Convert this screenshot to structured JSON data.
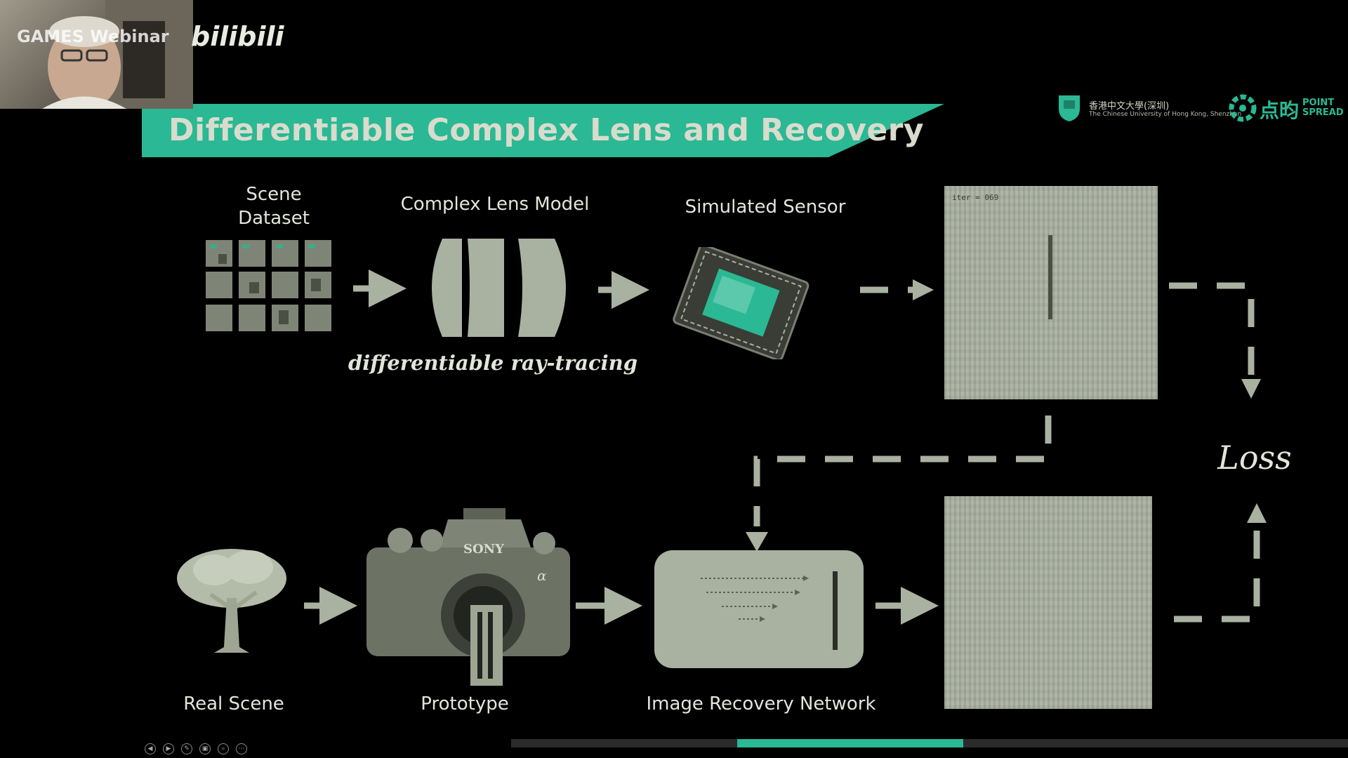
{
  "webcam": {
    "overlay_label": "GAMES Webinar",
    "platform_logo": "bilibili"
  },
  "slide": {
    "title": "Differentiable Complex Lens and Recovery",
    "logos": {
      "cuhk_cn": "香港中文大學(深圳)",
      "cuhk_en": "The Chinese University of Hong Kong, Shenzhen",
      "pointspread_cn": "点昀",
      "pointspread_en_1": "POINT",
      "pointspread_en_2": "SPREAD"
    },
    "top_row": {
      "scene_dataset_1": "Scene",
      "scene_dataset_2": "Dataset",
      "lens_model": "Complex Lens Model",
      "ray_tracing": "differentiable ray-tracing",
      "sensor": "Simulated Sensor",
      "iter_label": "iter = 069"
    },
    "loss": "Loss",
    "bottom_row": {
      "real_scene": "Real Scene",
      "prototype": "Prototype",
      "camera_brand": "SONY",
      "camera_model": "α",
      "network": "Image Recovery Network"
    }
  },
  "player": {
    "controls": [
      "prev-icon",
      "next-icon",
      "pen-icon",
      "screen-icon",
      "zoom-icon",
      "more-icon"
    ],
    "progress": 0.27,
    "progress_start": 0.27
  },
  "colors": {
    "accent": "#2bb894",
    "background": "#000000",
    "panel": "#a9b1a0"
  }
}
